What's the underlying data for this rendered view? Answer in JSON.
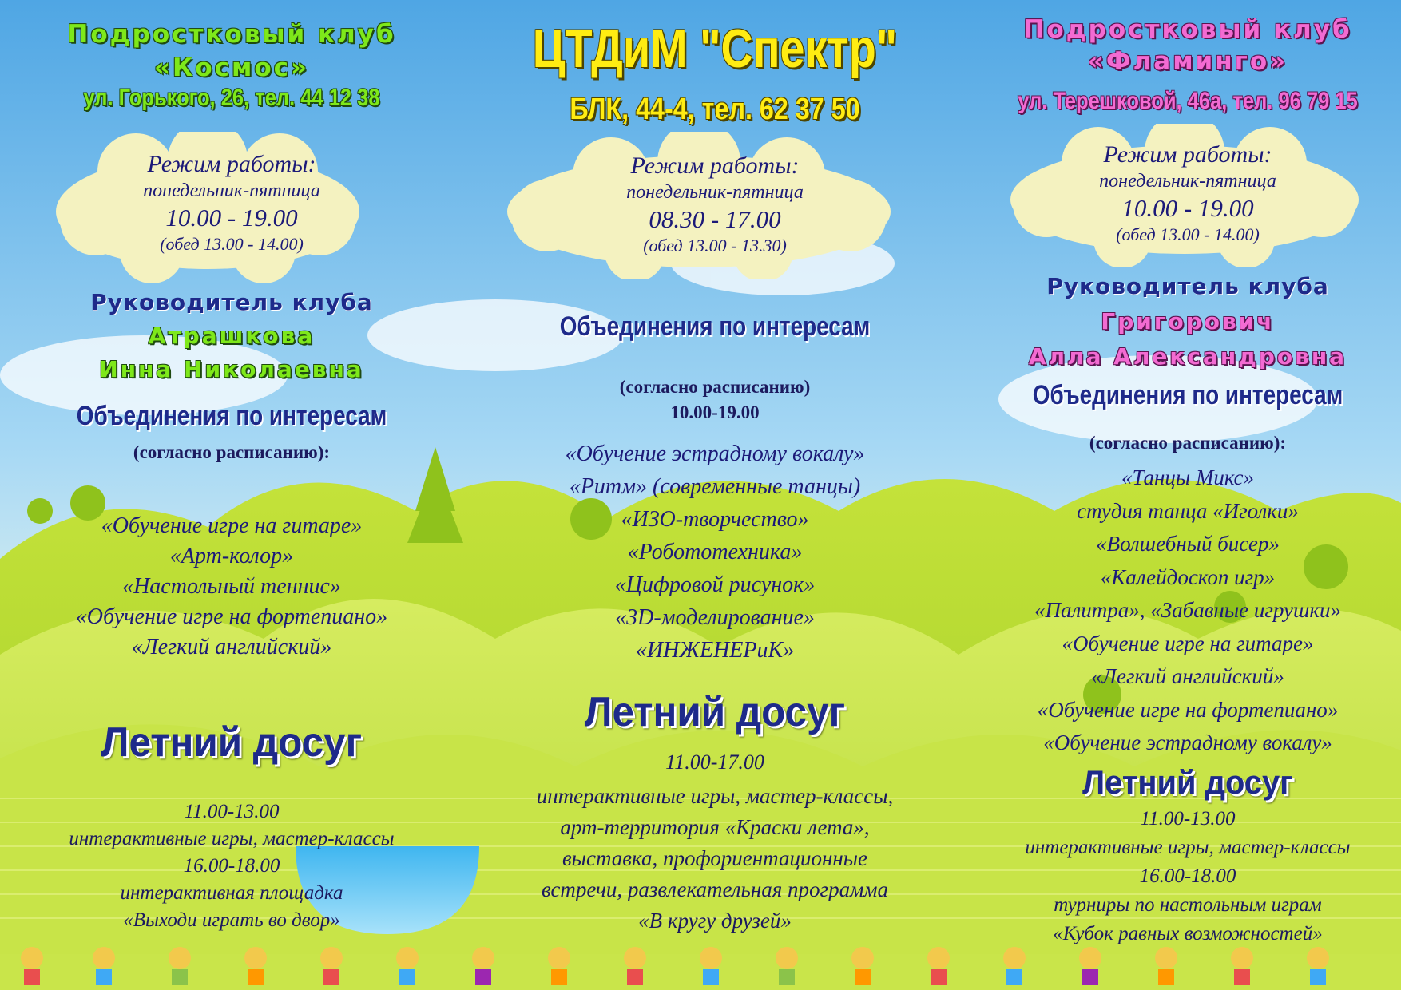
{
  "colors": {
    "sky": "#7fc4ee",
    "hill": "#b7dc2e",
    "navy": "#1e2a8a",
    "green_title": "#7ee81a",
    "pink_title": "#f36bd2",
    "yellow_title": "#ffec12",
    "cloud": "#f4f2c0"
  },
  "left": {
    "club_title_1": "Подростковый клуб",
    "club_title_2": "«Космос»",
    "address": "ул. Горького, 26,  тел. 44 12 38",
    "hours": {
      "heading": "Режим работы:",
      "days": "понедельник-пятница",
      "time": "10.00 - 19.00",
      "lunch": "(обед 13.00 - 14.00)"
    },
    "leader_label": "Руководитель клуба",
    "leader_name_1": "Атрашкова",
    "leader_name_2": "Инна Николаевна",
    "assoc_title": "Объединения по интересам",
    "assoc_schedule": "(согласно расписанию):",
    "activities": [
      "«Обучение игре на гитаре»",
      "«Арт-колор»",
      "«Настольный теннис»",
      "«Обучение игре на фортепиано»",
      "«Легкий английский»"
    ],
    "summer_title": "Летний досуг",
    "summer_lines": [
      "11.00-13.00",
      "интерактивные игры, мастер-классы",
      "16.00-18.00",
      "интерактивная площадка",
      "«Выходи играть во двор»"
    ]
  },
  "middle": {
    "title": "ЦТДиМ \"Спектр\"",
    "address": "БЛК, 44-4, тел. 62 37 50",
    "hours": {
      "heading": "Режим работы:",
      "days": "понедельник-пятница",
      "time": "08.30 - 17.00",
      "lunch": "(обед 13.00 - 13.30)"
    },
    "assoc_title": "Объединения по интересам",
    "assoc_schedule": "(согласно расписанию)",
    "assoc_time": "10.00-19.00",
    "activities": [
      "«Обучение эстрадному вокалу»",
      "«Ритм» (современные танцы)",
      "«ИЗО-творчество»",
      "«Робототехника»",
      "«Цифровой рисунок»",
      "«3D-моделирование»",
      "«ИНЖЕНЕРиК»"
    ],
    "summer_title": "Летний досуг",
    "summer_time": "11.00-17.00",
    "summer_lines": [
      "интерактивные игры, мастер-классы,",
      "арт-территория «Краски лета»,",
      "выставка, профориентационные",
      "встречи, развлекательная программа",
      "«В кругу друзей»"
    ]
  },
  "right": {
    "club_title_1": "Подростковый клуб",
    "club_title_2": "«Фламинго»",
    "address": "ул. Терешковой, 46а,  тел. 96 79 15",
    "hours": {
      "heading": "Режим работы:",
      "days": "понедельник-пятница",
      "time": "10.00 - 19.00",
      "lunch": "(обед 13.00 - 14.00)"
    },
    "leader_label": "Руководитель клуба",
    "leader_name_1": "Григорович",
    "leader_name_2": "Алла Александровна",
    "assoc_title": "Объединения по интересам",
    "assoc_schedule": "(согласно расписанию):",
    "activities": [
      "«Танцы Микс»",
      "студия танца «Иголки»",
      "«Волшебный бисер»",
      "«Калейдоскоп игр»",
      "«Палитра», «Забавные игрушки»",
      "«Обучение игре на гитаре»",
      "«Легкий английский»",
      "«Обучение игре на фортепиано»",
      "«Обучение эстрадному вокалу»"
    ],
    "summer_title": "Летний досуг",
    "summer_lines": [
      "11.00-13.00",
      "интерактивные игры, мастер-классы",
      "16.00-18.00",
      "турниры по настольным играм",
      "«Кубок равных возможностей»"
    ]
  }
}
